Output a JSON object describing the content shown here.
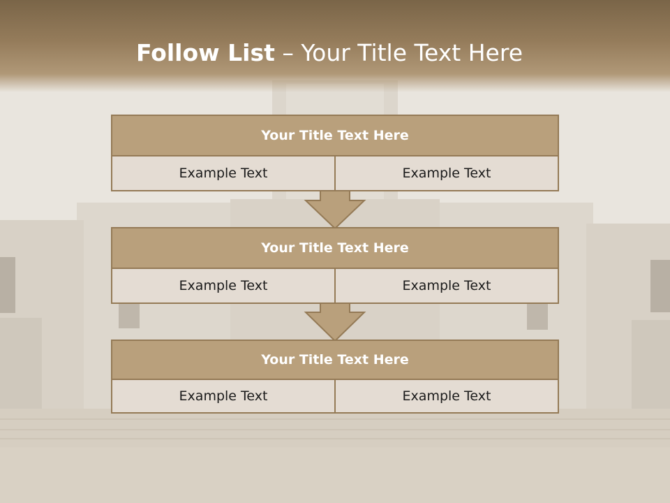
{
  "slide": {
    "title_bold": "Follow List",
    "title_sep": " – ",
    "title_rest": "Your Title Text Here"
  },
  "blocks": [
    {
      "title": "Your Title Text Here",
      "left": "Example Text",
      "right": "Example Text"
    },
    {
      "title": "Your Title Text Here",
      "left": "Example Text",
      "right": "Example Text"
    },
    {
      "title": "Your Title Text Here",
      "left": "Example Text",
      "right": "Example Text"
    }
  ],
  "colors": {
    "header_band": "#957c5b",
    "block_head": "#b9a07c",
    "block_border": "#947a56",
    "cell_fill": "#e4dcd3",
    "arrow_fill": "#b9a07c"
  }
}
